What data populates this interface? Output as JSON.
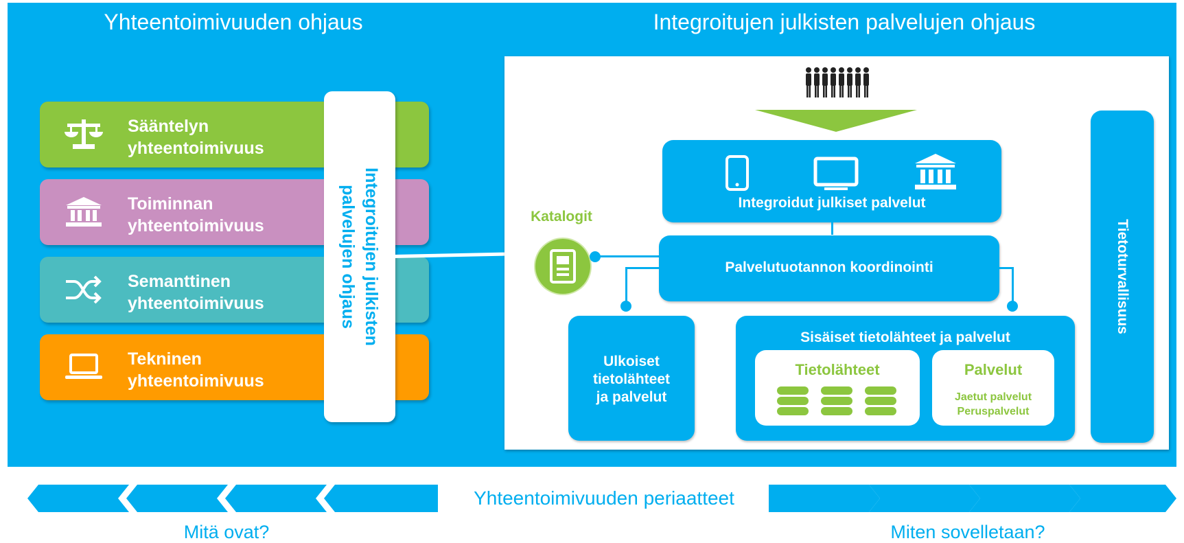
{
  "left_title": "Yhteentoimivuuden ohjaus",
  "right_title": "Integroitujen julkisten palvelujen ohjaus",
  "colors": {
    "panel": "#00aeef",
    "regulatory": "#8cc63f",
    "organisational": "#c990c0",
    "semantic": "#4cbcc0",
    "technical": "#ff9b00",
    "catalog": "#8cc63f"
  },
  "layers": [
    {
      "line1": "Sääntelyn",
      "line2": "yhteentoimivuus",
      "icon": "scales-icon"
    },
    {
      "line1": "Toiminnan",
      "line2": "yhteentoimivuus",
      "icon": "institution-icon"
    },
    {
      "line1": "Semanttinen",
      "line2": "yhteentoimivuus",
      "icon": "shuffle-icon"
    },
    {
      "line1": "Tekninen",
      "line2": "yhteentoimivuus",
      "icon": "laptop-icon"
    }
  ],
  "vertical_bar": {
    "line1": "Integroitujen julkisten",
    "line2": "palvelujen ohjaus"
  },
  "model": {
    "integrated_services": "Integroidut julkiset palvelut",
    "catalog_label": "Katalogit",
    "coordination": "Palvelutuotannon koordinointi",
    "external": {
      "line1": "Ulkoiset",
      "line2": "tietolähteet",
      "line3": "ja palvelut"
    },
    "internal": {
      "title": "Sisäiset tietolähteet ja palvelut",
      "sources_label": "Tietolähteet",
      "services_label": "Palvelut",
      "services_line1": "Jaetut palvelut",
      "services_line2": "Peruspalvelut"
    },
    "security": "Tietoturvallisuus"
  },
  "footer": {
    "principles": "Yhteentoimivuuden periaatteet",
    "what": "Mitä ovat?",
    "how": "Miten sovelletaan?"
  }
}
